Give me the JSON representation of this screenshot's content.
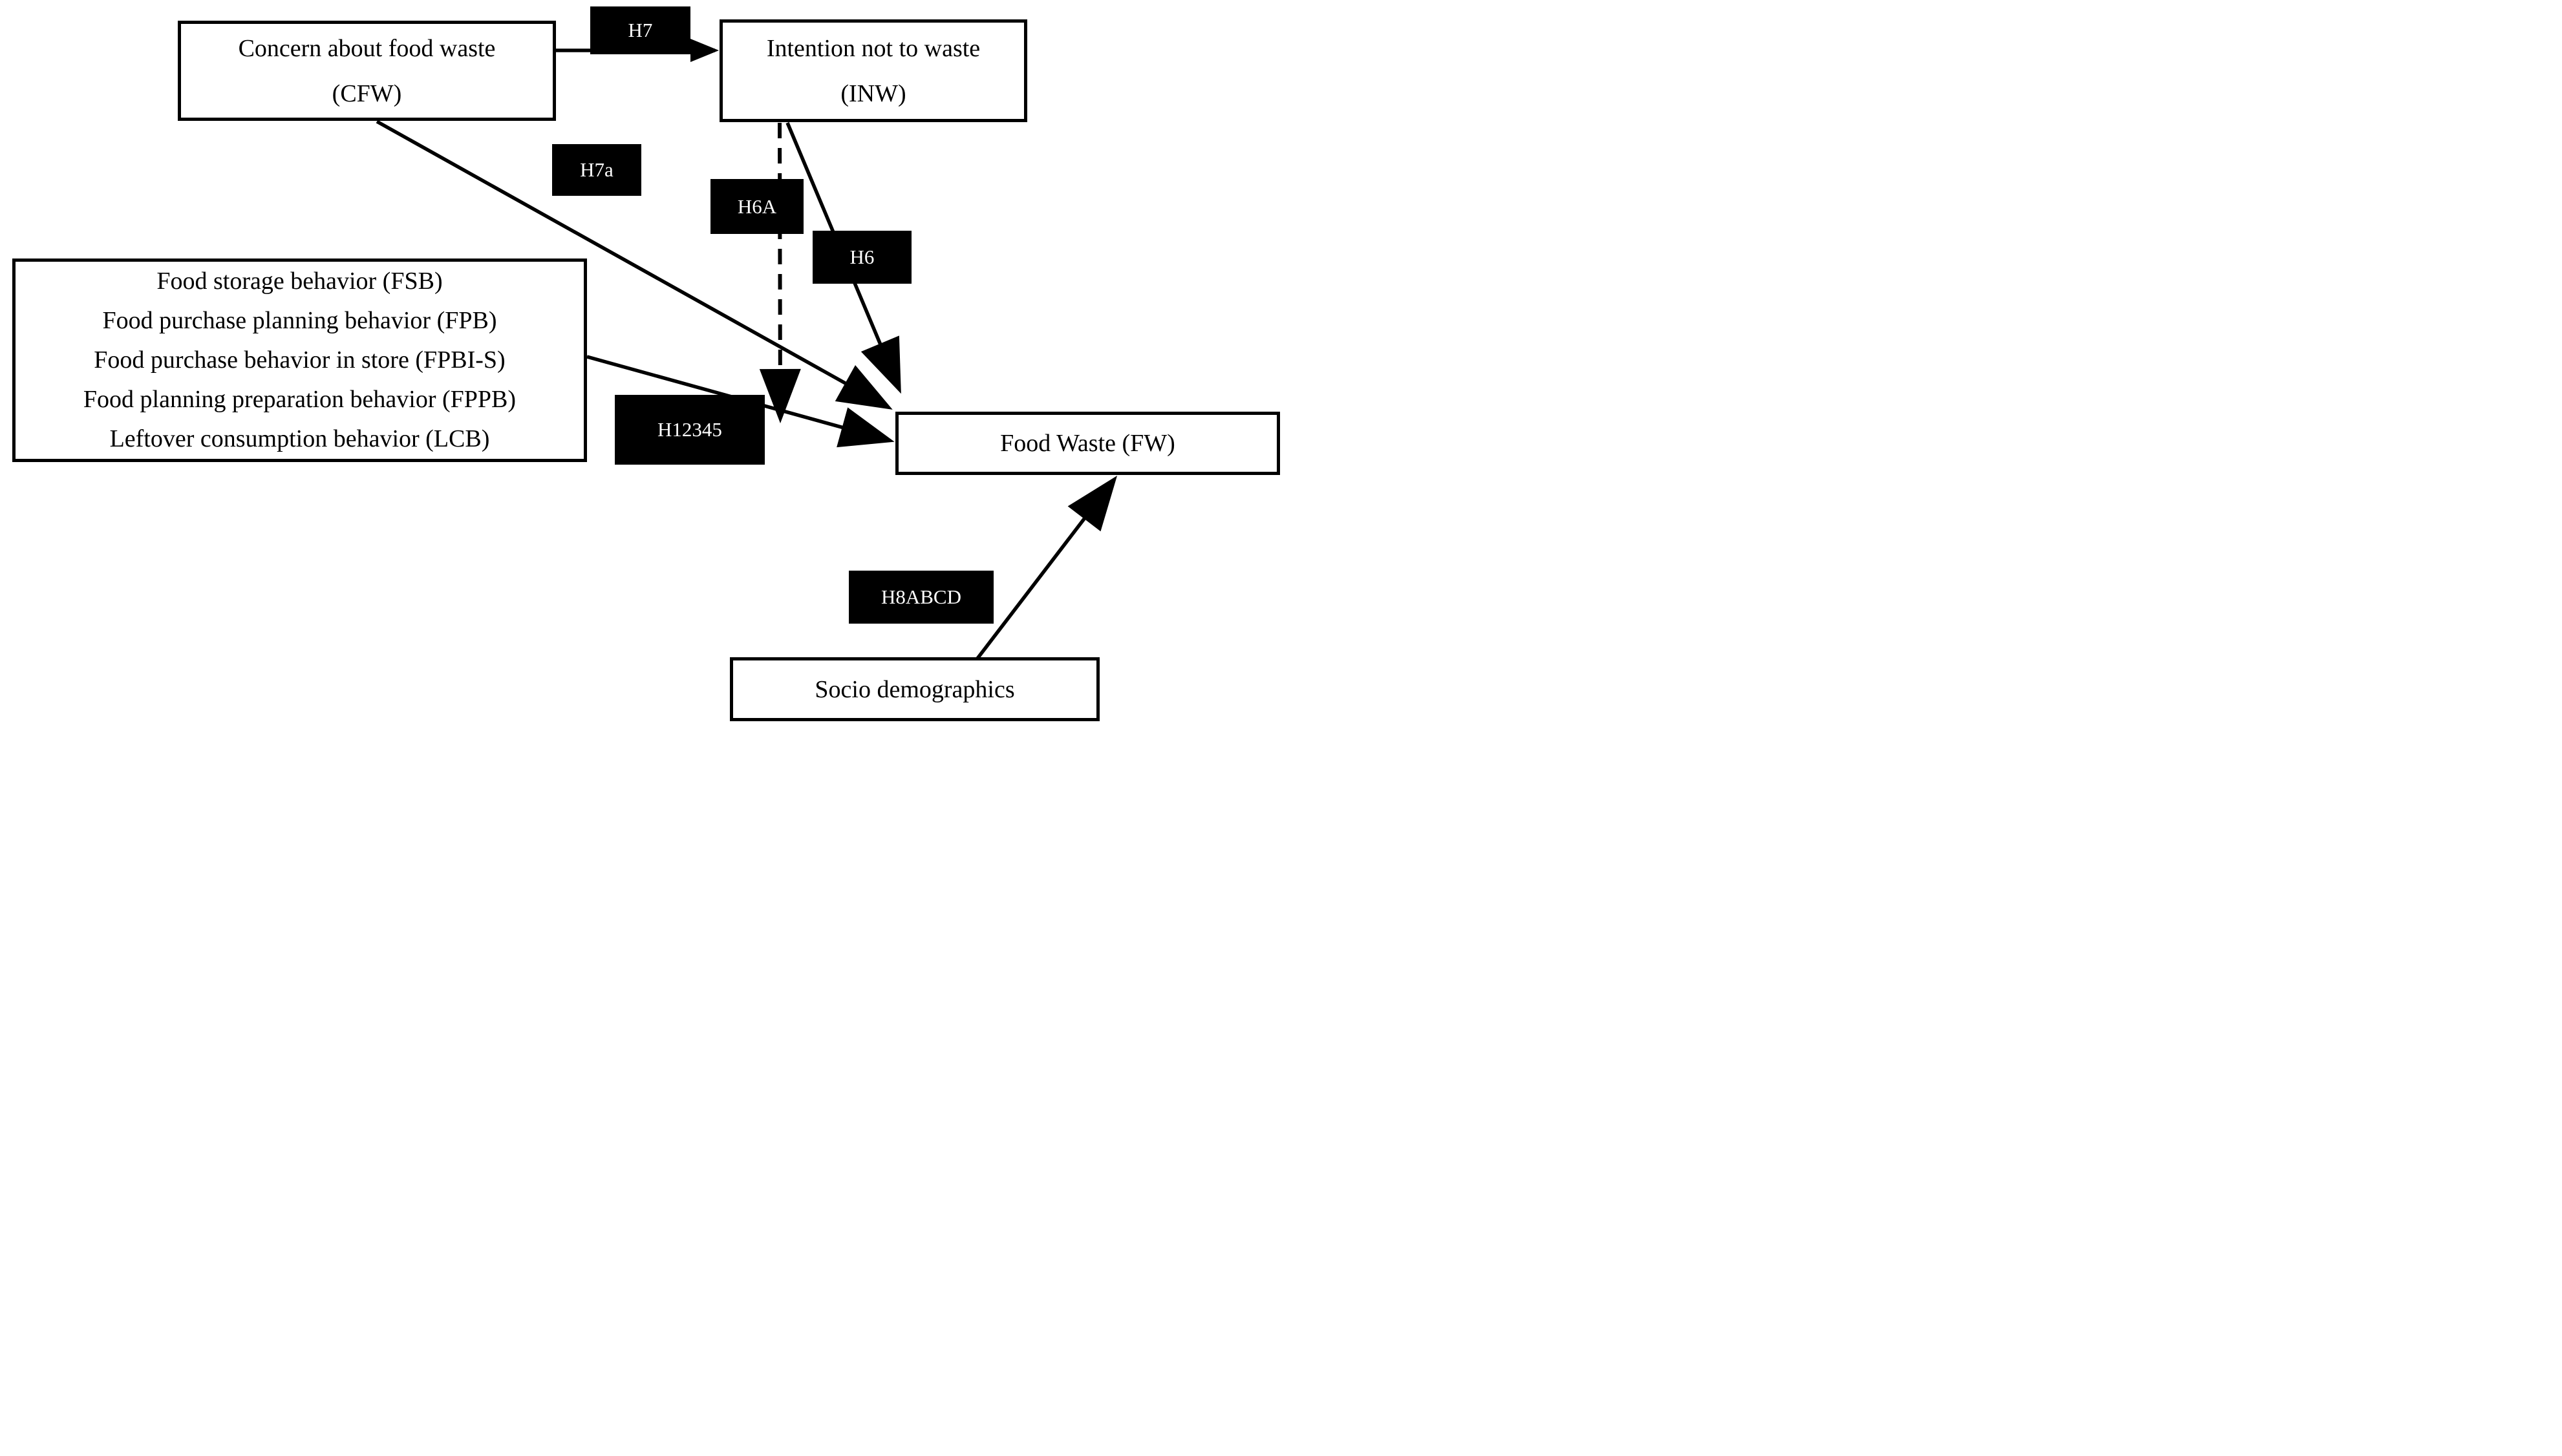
{
  "figure": {
    "type": "hypothesis-path-diagram",
    "background_color": "#ffffff",
    "line_color": "#000000",
    "node_fill": "#ffffff",
    "node_border_color": "#000000",
    "label_fill": "#000000",
    "label_text_color": "#ffffff"
  },
  "nodes": {
    "cfw": {
      "line1": "Concern about food waste",
      "line2": "(CFW)"
    },
    "inw": {
      "line1": "Intention not to waste",
      "line2": "(INW)"
    },
    "behaviors": {
      "line1": "Food storage behavior (FSB)",
      "line2": "Food purchase planning behavior (FPB)",
      "line3": "Food purchase behavior in store (FPBI-S)",
      "line4": "Food planning preparation behavior (FPPB)",
      "line5": "Leftover consumption behavior (LCB)"
    },
    "fw": {
      "line1": "Food Waste (FW)"
    },
    "socio": {
      "line1": "Socio demographics"
    }
  },
  "labels": {
    "h7": "H7",
    "h7a": "H7a",
    "h6a": "H6A",
    "h6": "H6",
    "h12345": "H12345",
    "h8abcd": "H8ABCD"
  },
  "edges": [
    {
      "label": "H7",
      "from": "Concern about food waste (CFW)",
      "to": "Intention not to waste (INW)",
      "style": "solid"
    },
    {
      "label": "H7a",
      "from": "Concern about food waste (CFW)",
      "to": "Food Waste (FW)",
      "style": "solid"
    },
    {
      "label": "H6A",
      "from": "Intention not to waste (INW)",
      "to": "Food Waste (FW)",
      "style": "dashed"
    },
    {
      "label": "H6",
      "from": "Intention not to waste (INW)",
      "to": "Food Waste (FW)",
      "style": "solid"
    },
    {
      "label": "H12345",
      "from": "FSB / FPB / FPBI-S / FPPB / LCB behaviors",
      "to": "Food Waste (FW)",
      "style": "solid"
    },
    {
      "label": "H8ABCD",
      "from": "Socio demographics",
      "to": "Food Waste (FW)",
      "style": "solid"
    }
  ]
}
